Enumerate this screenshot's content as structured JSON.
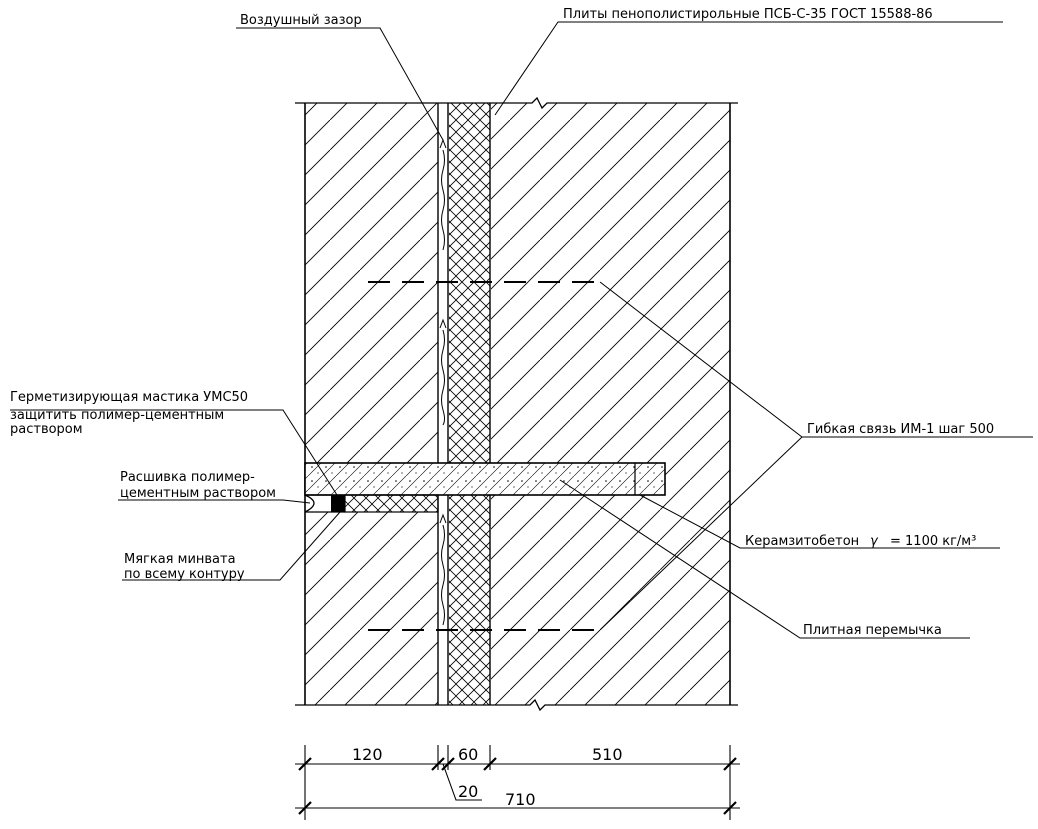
{
  "labels": {
    "air_gap": "Воздушный зазор",
    "eps_boards": "Плиты пенополистирольные ПСБ-С-35 ГОСТ 15588-86",
    "sealant_line1": "Герметизирующая мастика УМС50",
    "sealant_line2": "защитить полимер-цементным",
    "sealant_line3": "раствором",
    "pointing_line1": "Расшивка полимер-",
    "pointing_line2": "цементным раствором",
    "mineral_wool_line1": "Мягкая минвата",
    "mineral_wool_line2": "по всему контуру",
    "flexible_tie": "Гибкая связь ИМ-1 шаг 500",
    "claydite_concrete": "Керамзитобетон",
    "density_symbol": "γ",
    "density_value": "= 1100 кг/м³",
    "slab_lintel": "Плитная перемычка"
  },
  "dimensions": {
    "inner_leaf": "120",
    "air_gap": "20",
    "insulation": "60",
    "outer_leaf": "510",
    "total": "710"
  }
}
